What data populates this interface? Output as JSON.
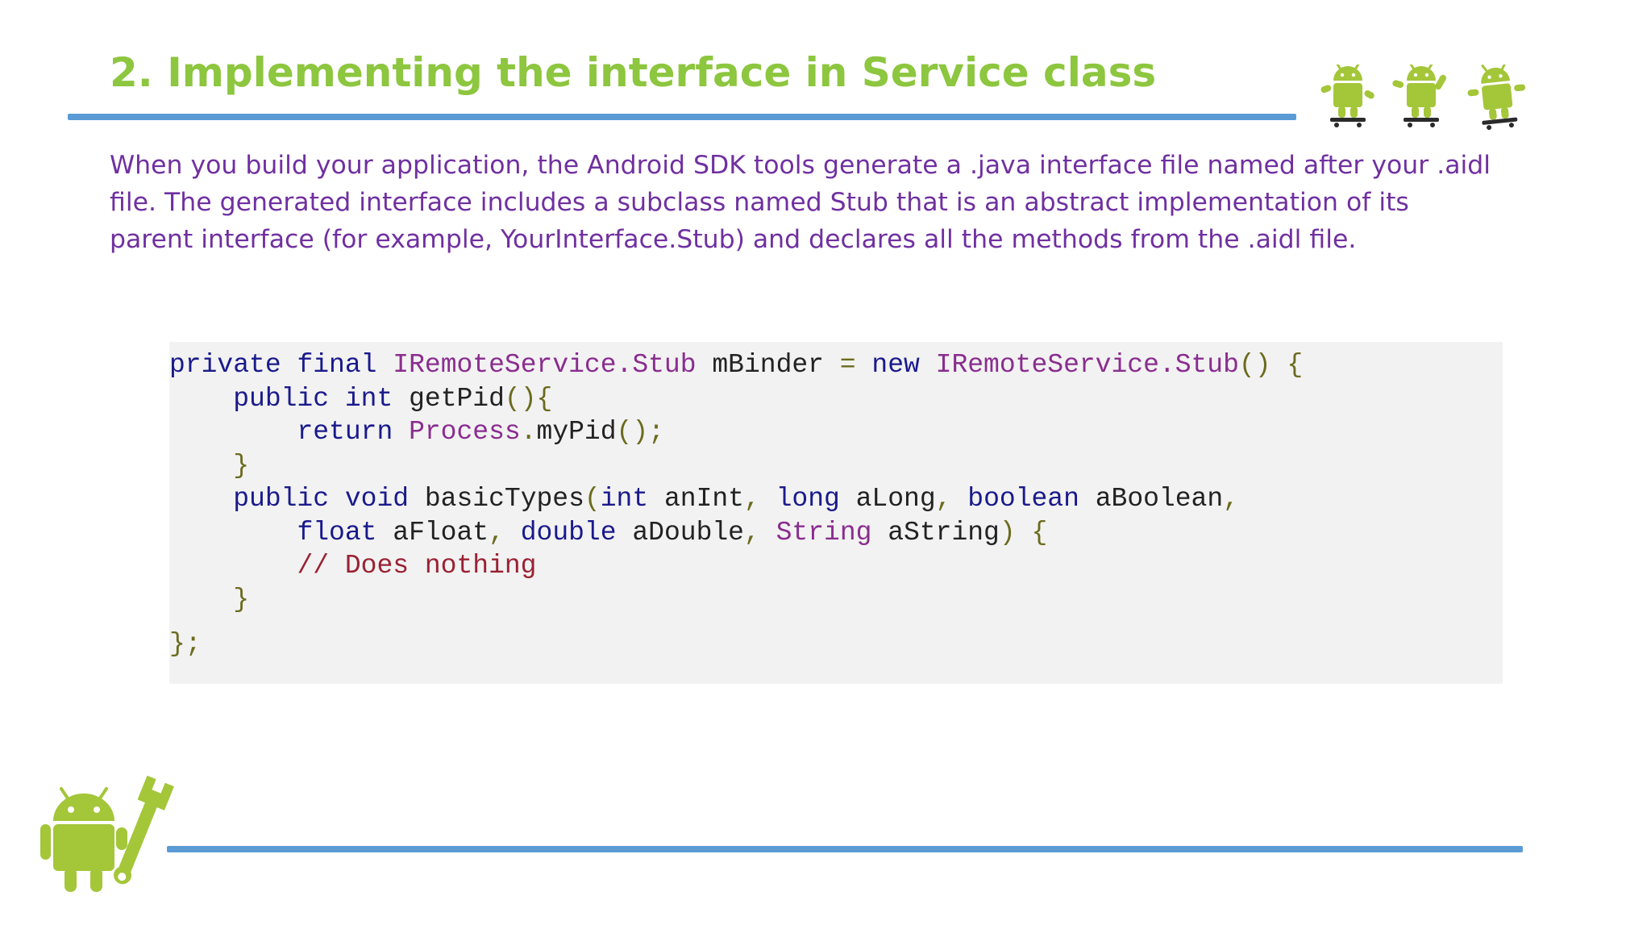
{
  "slide": {
    "title": "2. Implementing the interface in Service class",
    "body": "When you build your application, the Android SDK tools generate a .java interface file named after your .aidl file. The generated interface includes a subclass named Stub that is an abstract implementation of its parent interface (for example, YourInterface.Stub) and declares all the methods from the .aidl file."
  },
  "code": {
    "lines": [
      [
        {
          "t": "private",
          "c": "kw"
        },
        {
          "t": " ",
          "c": "id"
        },
        {
          "t": "final",
          "c": "kw"
        },
        {
          "t": " ",
          "c": "id"
        },
        {
          "t": "IRemoteService.Stub",
          "c": "ty"
        },
        {
          "t": " mBinder ",
          "c": "id"
        },
        {
          "t": "=",
          "c": "pn"
        },
        {
          "t": " ",
          "c": "id"
        },
        {
          "t": "new",
          "c": "kw"
        },
        {
          "t": " ",
          "c": "id"
        },
        {
          "t": "IRemoteService.Stub",
          "c": "ty"
        },
        {
          "t": "()",
          "c": "pn"
        },
        {
          "t": " ",
          "c": "id"
        },
        {
          "t": "{",
          "c": "pn"
        }
      ],
      [
        {
          "t": "    ",
          "c": "id"
        },
        {
          "t": "public",
          "c": "kw"
        },
        {
          "t": " ",
          "c": "id"
        },
        {
          "t": "int",
          "c": "kw"
        },
        {
          "t": " getPid",
          "c": "id"
        },
        {
          "t": "(){",
          "c": "pn"
        }
      ],
      [
        {
          "t": "        ",
          "c": "id"
        },
        {
          "t": "return",
          "c": "kw"
        },
        {
          "t": " ",
          "c": "id"
        },
        {
          "t": "Process",
          "c": "ty"
        },
        {
          "t": ".",
          "c": "pn"
        },
        {
          "t": "myPid",
          "c": "id"
        },
        {
          "t": "();",
          "c": "pn"
        }
      ],
      [
        {
          "t": "    ",
          "c": "id"
        },
        {
          "t": "}",
          "c": "pn"
        }
      ],
      [
        {
          "t": "    ",
          "c": "id"
        },
        {
          "t": "public",
          "c": "kw"
        },
        {
          "t": " ",
          "c": "id"
        },
        {
          "t": "void",
          "c": "kw"
        },
        {
          "t": " basicTypes",
          "c": "id"
        },
        {
          "t": "(",
          "c": "pn"
        },
        {
          "t": "int",
          "c": "kw"
        },
        {
          "t": " anInt",
          "c": "id"
        },
        {
          "t": ",",
          "c": "pn"
        },
        {
          "t": " ",
          "c": "id"
        },
        {
          "t": "long",
          "c": "kw"
        },
        {
          "t": " aLong",
          "c": "id"
        },
        {
          "t": ",",
          "c": "pn"
        },
        {
          "t": " ",
          "c": "id"
        },
        {
          "t": "boolean",
          "c": "kw"
        },
        {
          "t": " aBoolean",
          "c": "id"
        },
        {
          "t": ",",
          "c": "pn"
        }
      ],
      [
        {
          "t": "        ",
          "c": "id"
        },
        {
          "t": "float",
          "c": "kw"
        },
        {
          "t": " aFloat",
          "c": "id"
        },
        {
          "t": ",",
          "c": "pn"
        },
        {
          "t": " ",
          "c": "id"
        },
        {
          "t": "double",
          "c": "kw"
        },
        {
          "t": " aDouble",
          "c": "id"
        },
        {
          "t": ",",
          "c": "pn"
        },
        {
          "t": " ",
          "c": "id"
        },
        {
          "t": "String",
          "c": "ty"
        },
        {
          "t": " aString",
          "c": "id"
        },
        {
          "t": ")",
          "c": "pn"
        },
        {
          "t": " ",
          "c": "id"
        },
        {
          "t": "{",
          "c": "pn"
        }
      ],
      [
        {
          "t": "        ",
          "c": "id"
        },
        {
          "t": "// Does nothing",
          "c": "cm"
        }
      ],
      [
        {
          "t": "    ",
          "c": "id"
        },
        {
          "t": "}",
          "c": "pn"
        }
      ],
      [
        {
          "t": "};",
          "c": "pn"
        }
      ]
    ]
  },
  "colors": {
    "title": "#8dc63f",
    "body_text": "#7030a0",
    "rule": "#5b9bd5",
    "android_green": "#a4c639",
    "code_background": "#f2f2f2"
  },
  "icons": {
    "top_right": "android-skateboarders-icon",
    "bottom_left": "android-wrench-icon"
  }
}
